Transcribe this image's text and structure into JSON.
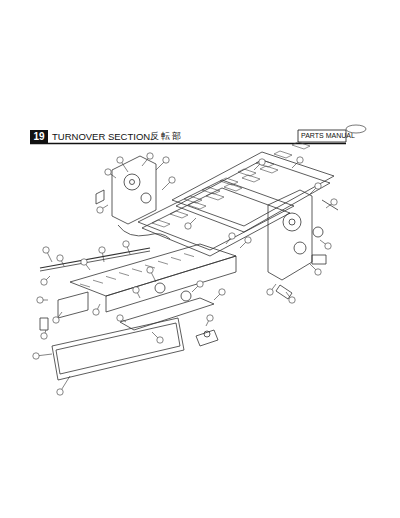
{
  "diagram": {
    "title": "TURNOVER SECTION",
    "nodes": [
      {
        "text": [
          "19"
        ]
      }
    ],
    "labels": [
      "反転部",
      "PARTS MANUAL"
    ]
  }
}
